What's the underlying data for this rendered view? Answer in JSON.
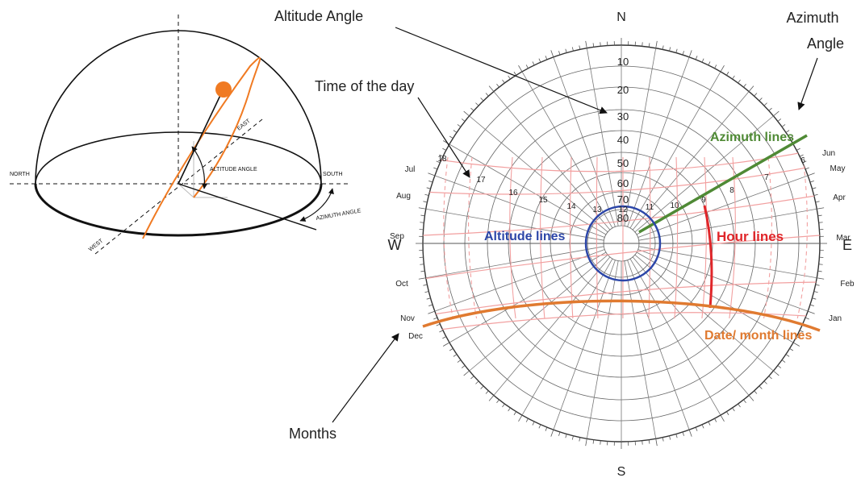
{
  "sphere": {
    "north": "NORTH",
    "south": "SOUTH",
    "east": "EAST",
    "west": "WEST",
    "altitude_angle": "ALTITUDE ANGLE",
    "azimuth_angle": "AZIMUTH ANGLE"
  },
  "callouts": {
    "altitude_angle": "Altitude Angle",
    "azimuth_line1": "Azimuth",
    "azimuth_line2": "Angle",
    "time_of_day": "Time of the day",
    "months": "Months"
  },
  "chart": {
    "compass": {
      "n": "N",
      "s": "S",
      "w": "W",
      "e": "E"
    },
    "altitude_rings": [
      "10",
      "20",
      "30",
      "40",
      "50",
      "60",
      "70",
      "80"
    ],
    "hours": [
      "18",
      "17",
      "16",
      "15",
      "14",
      "13",
      "12",
      "11",
      "10",
      "9",
      "8",
      "7",
      "6"
    ],
    "months_left": [
      "Jul",
      "Aug",
      "Sep",
      "Oct",
      "Nov",
      "Dec"
    ],
    "months_right": [
      "Jun",
      "May",
      "Apr",
      "Mar",
      "Feb",
      "Jan"
    ],
    "labels": {
      "azimuth_lines": "Azimuth lines",
      "altitude_lines": "Altitude lines",
      "hour_lines": "Hour lines",
      "date_month_lines": "Date/ month lines"
    }
  },
  "colors": {
    "sun_path": "#f07a22",
    "sun": "#f07a22",
    "azimuth": "#4f8a35",
    "altitude": "#2c46a8",
    "hour": "#e0262a",
    "date_month": "#e07a30",
    "sun_path_grid": "#f2a0a0"
  }
}
